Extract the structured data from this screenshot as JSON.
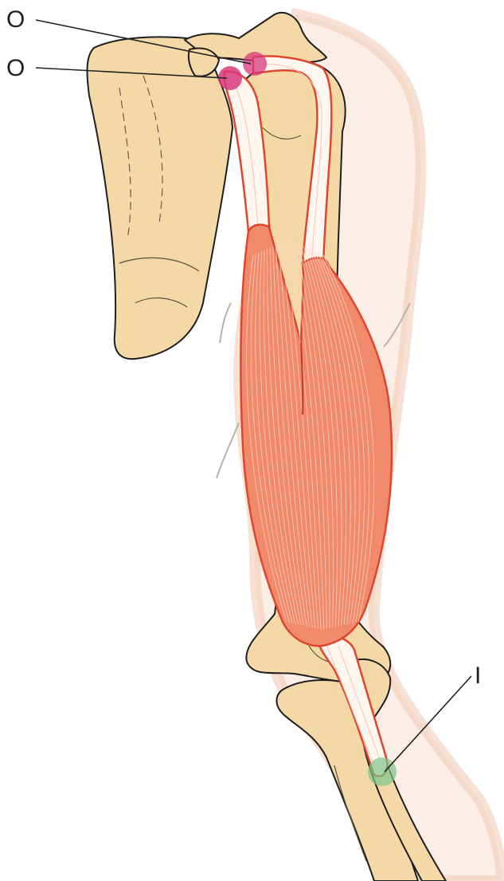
{
  "labels": {
    "origin_upper": "O",
    "origin_lower": "O",
    "insertion": "I"
  },
  "colors": {
    "bone": "#f4d9a6",
    "muscle": "#f08a6a",
    "muscle_outline": "#e0452e",
    "origin_marker": "#d63a7a",
    "insertion_marker": "#7cc48a",
    "skin_outline": "#f2cdb8"
  }
}
